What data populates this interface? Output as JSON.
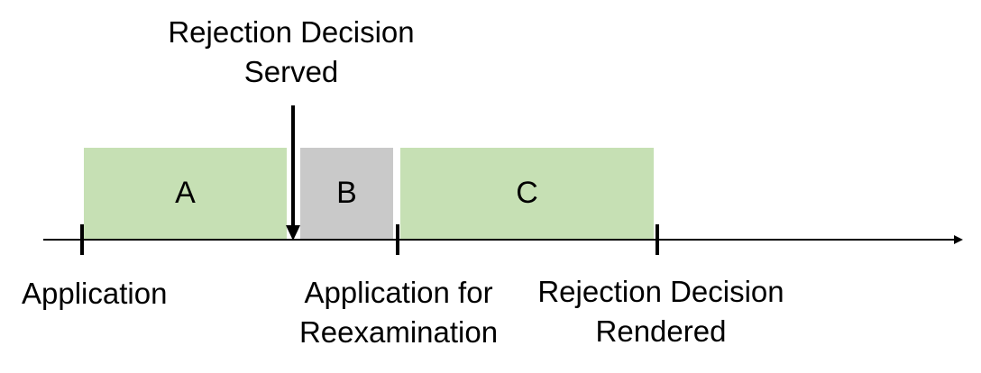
{
  "diagram": {
    "served_label_line1": "Rejection Decision",
    "served_label_line2": "Served",
    "blocks": {
      "a": {
        "label": "A",
        "color": "#c6e0b4"
      },
      "b": {
        "label": "B",
        "color": "#c9c9c9"
      },
      "c": {
        "label": "C",
        "color": "#c6e0b4"
      }
    },
    "milestones": {
      "application": "Application",
      "reexam_line1": "Application for",
      "reexam_line2": "Reexamination",
      "rendered_line1": "Rejection Decision",
      "rendered_line2": "Rendered"
    },
    "colors": {
      "line": "#000000"
    }
  }
}
